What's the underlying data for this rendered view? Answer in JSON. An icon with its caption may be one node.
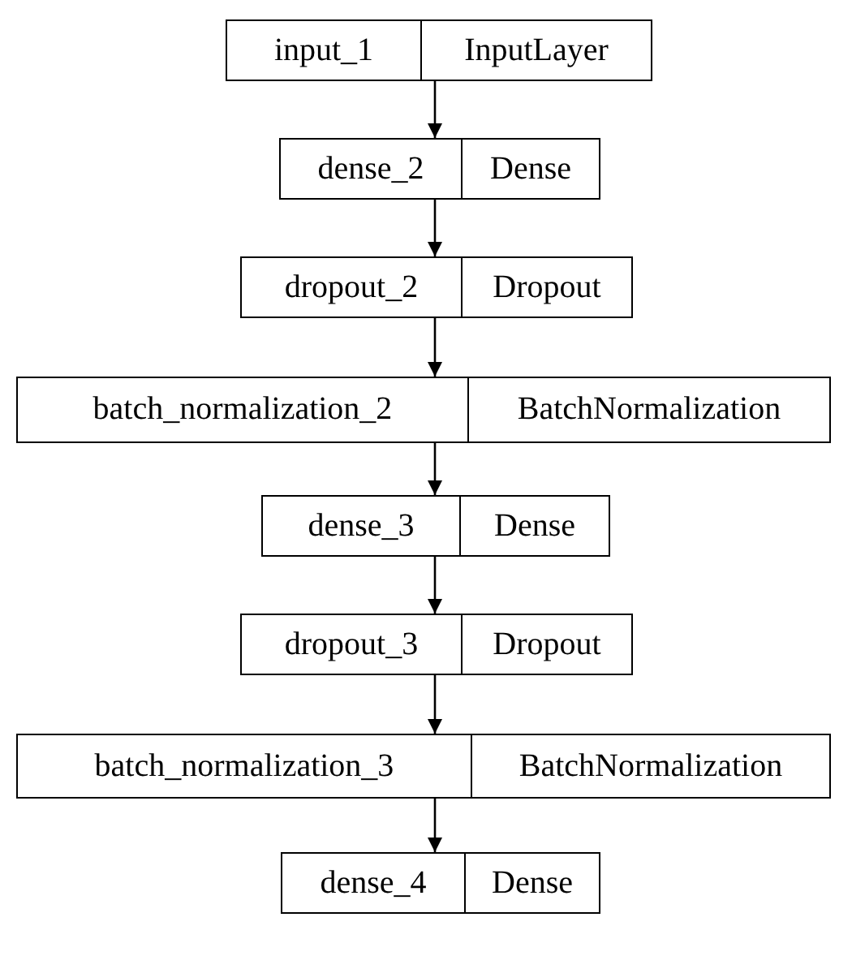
{
  "diagram": {
    "nodes": [
      {
        "text": [
          "input_1",
          "InputLayer"
        ]
      },
      {
        "text": [
          "dense_2",
          "Dense"
        ]
      },
      {
        "text": [
          "dropout_2",
          "Dropout"
        ]
      },
      {
        "text": [
          "batch_normalization_2",
          "BatchNormalization"
        ]
      },
      {
        "text": [
          "dense_3",
          "Dense"
        ]
      },
      {
        "text": [
          "dropout_3",
          "Dropout"
        ]
      },
      {
        "text": [
          "batch_normalization_3",
          "BatchNormalization"
        ]
      },
      {
        "text": [
          "dense_4",
          "Dense"
        ]
      }
    ],
    "edges": [
      {
        "from": 0,
        "to": 1,
        "arrow": "to"
      },
      {
        "from": 1,
        "to": 2,
        "arrow": "to"
      },
      {
        "from": 2,
        "to": 3,
        "arrow": "to"
      },
      {
        "from": 3,
        "to": 4,
        "arrow": "to"
      },
      {
        "from": 4,
        "to": 5,
        "arrow": "to"
      },
      {
        "from": 5,
        "to": 6,
        "arrow": "to"
      },
      {
        "from": 6,
        "to": 7,
        "arrow": "to"
      }
    ]
  }
}
